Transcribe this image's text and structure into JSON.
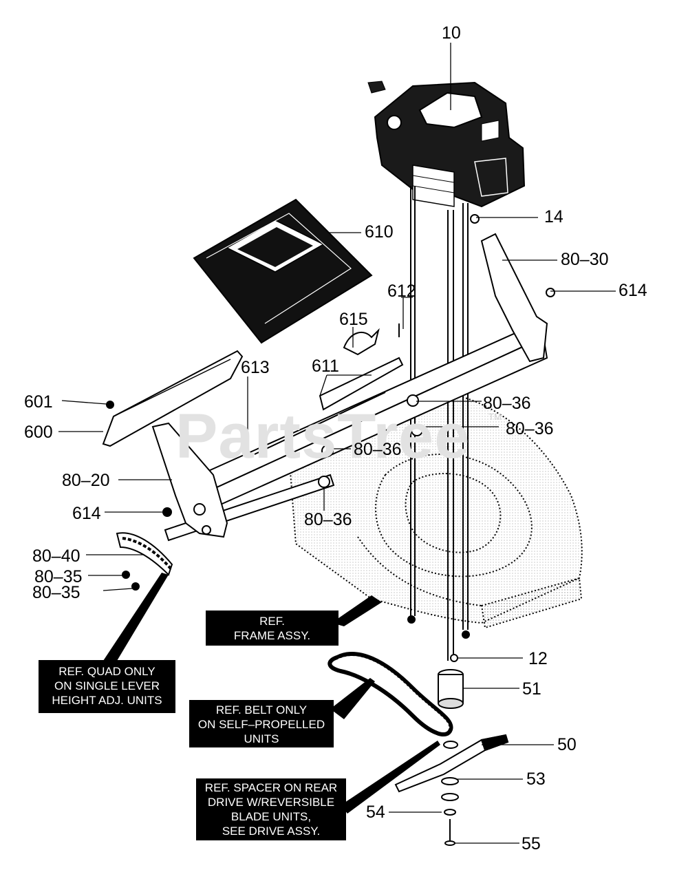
{
  "watermark": {
    "text": "PartsTree",
    "trademark": "TM"
  },
  "callouts": {
    "p10": "10",
    "p14": "14",
    "p610": "610",
    "p80_30": "80–30",
    "p612": "612",
    "p614_right": "614",
    "p615": "615",
    "p611": "611",
    "p613": "613",
    "p601": "601",
    "p600": "600",
    "p80_36_a": "80–36",
    "p80_36_b": "80–36",
    "p80_36_c": "80–36",
    "p80_36_d": "80–36",
    "p80_20": "80–20",
    "p614_left": "614",
    "p80_40": "80–40",
    "p80_35_a": "80–35",
    "p80_35_b": "80–35",
    "p12": "12",
    "p51": "51",
    "p50": "50",
    "p53": "53",
    "p54": "54",
    "p55": "55"
  },
  "notes": {
    "frame": [
      "REF.",
      "FRAME ASSY."
    ],
    "quad": [
      "REF. QUAD ONLY",
      "ON SINGLE LEVER",
      "HEIGHT ADJ. UNITS"
    ],
    "belt": [
      "REF. BELT ONLY",
      "ON SELF–PROPELLED",
      "UNITS"
    ],
    "spacer": [
      "REF. SPACER ON REAR",
      "DRIVE W/REVERSIBLE",
      "BLADE UNITS,",
      "SEE DRIVE ASSY."
    ]
  }
}
